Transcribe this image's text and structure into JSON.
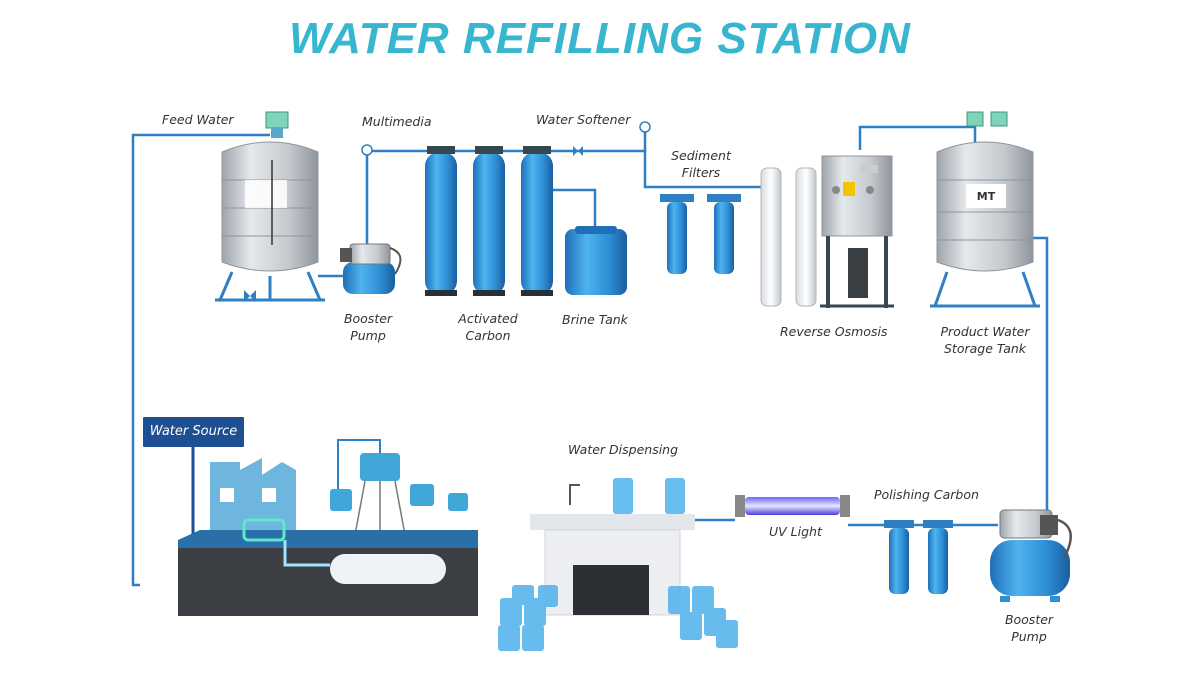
{
  "title": "WATER REFILLING STATION",
  "labels": {
    "feed_water": "Feed Water",
    "multimedia": "Multimedia",
    "water_softener": "Water Softener",
    "sediment_filters": [
      "Sediment",
      "Filters"
    ],
    "booster_pump_top": [
      "Booster",
      "Pump"
    ],
    "activated_carbon": [
      "Activated",
      "Carbon"
    ],
    "brine_tank": "Brine Tank",
    "reverse_osmosis": "Reverse Osmosis",
    "product_water_storage": [
      "Product Water",
      "Storage Tank"
    ],
    "water_source": "Water Source",
    "water_dispensing": "Water Dispensing",
    "uv_light": "UV Light",
    "polishing_carbon": "Polishing Carbon",
    "booster_pump_bottom": [
      "Booster",
      "Pump"
    ],
    "tank_tag": "MT"
  },
  "colors": {
    "title": "#39b6cf",
    "pipe": "#2f7fc4",
    "vessel_blue": "#2e8fd6",
    "badge": "#1e4f92",
    "steel": "#c9cdd2"
  }
}
